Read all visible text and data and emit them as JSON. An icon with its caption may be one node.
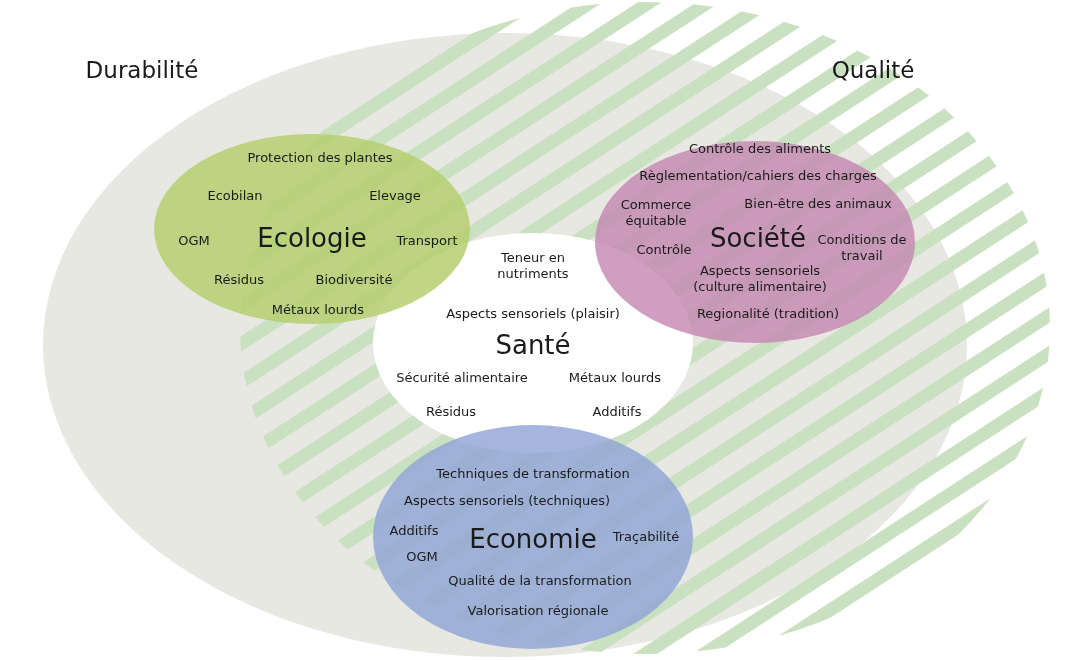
{
  "diagram": {
    "nodes": [
      {
        "text": [
          "Durabilité"
        ]
      },
      {
        "text": [
          "Qualité"
        ]
      },
      {
        "text": [
          "Protection des plantes",
          "Ecobilan",
          "Elevage",
          "OGM",
          "Ecologie",
          "Transport",
          "Résidus",
          "Biodiversité",
          "Métaux lourds"
        ],
        "in": 0
      },
      {
        "text": [
          "Contrôle des aliments",
          "Règlementation/cahiers des charges",
          "Commerce équitable",
          "Bien-être des animaux",
          "Contrôle",
          "Société",
          "Conditions de travail",
          "Aspects sensoriels (culture alimentaire)",
          "Regionalité (tradition)"
        ],
        "in": 1
      },
      {
        "text": [
          "Teneur en nutriments",
          "Aspects sensoriels (plaisir)",
          "Santé",
          "Sécurité alimentaire",
          "Métaux lourds",
          "Résidus",
          "Additifs"
        ],
        "in": 1
      },
      {
        "text": [
          "Techniques de transformation",
          "Aspects sensoriels (techniques)",
          "Additifs",
          "Economie",
          "Traçabilité",
          "OGM",
          "Qualité de la transformation",
          "Valorisation régionale"
        ],
        "in": 1
      }
    ]
  }
}
